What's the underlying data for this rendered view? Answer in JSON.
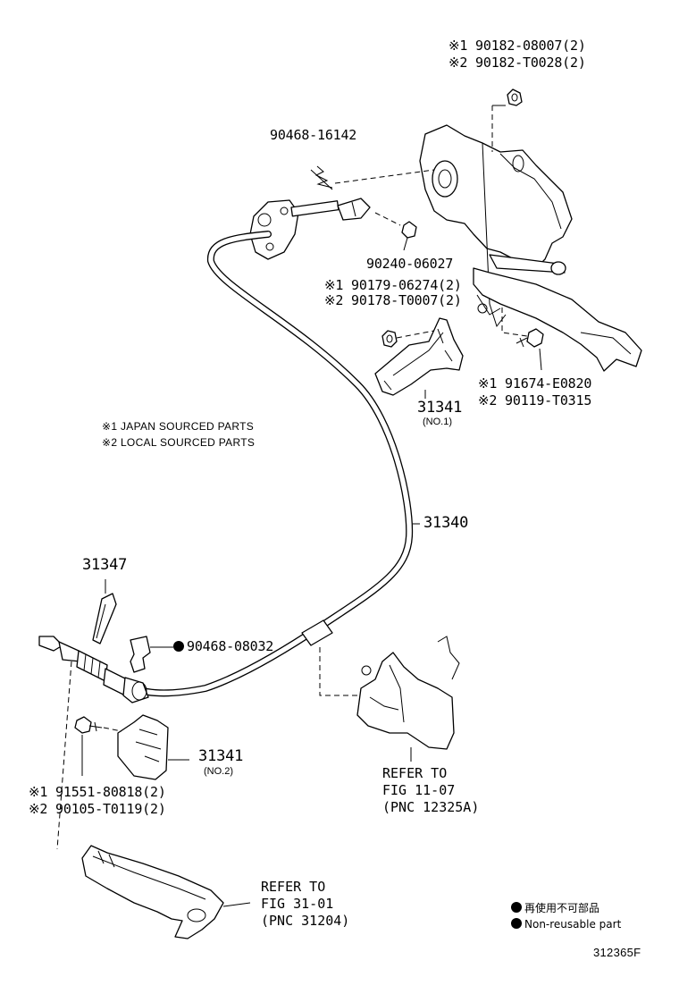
{
  "parts": {
    "nut_japan": "※1 90182-08007(2)",
    "nut_local": "※2 90182-T0028(2)",
    "pin_top": "90468-16142",
    "bolt_top": "90240-06027",
    "nut2_japan": "※1 90179-06274(2)",
    "nut2_local": "※2 90178-T0007(2)",
    "bolt2_japan": "※1 91674-E0820",
    "bolt2_local": "※2 90119-T0315",
    "bracket_no1_num": "31341",
    "bracket_no1_sub": "(NO.1)",
    "cable": "31340",
    "clip": "31347",
    "retainer": "90468-08032",
    "bracket_no2_num": "31341",
    "bracket_no2_sub": "(NO.2)",
    "bolt3_japan": "※1 91551-80818(2)",
    "bolt3_local": "※2 90105-T0119(2)"
  },
  "notes": {
    "japan": "※1 JAPAN SOURCED PARTS",
    "local": "※2 LOCAL SOURCED PARTS"
  },
  "references": {
    "ref1_line1": "REFER TO",
    "ref1_line2": "FIG 11-07",
    "ref1_line3": "(PNC 12325A)",
    "ref2_line1": "REFER TO",
    "ref2_line2": "FIG 31-01",
    "ref2_line3": "(PNC 31204)"
  },
  "legend": {
    "japanese": "再使用不可部品",
    "english": "Non-reusable part"
  },
  "figure_id": "312365F"
}
